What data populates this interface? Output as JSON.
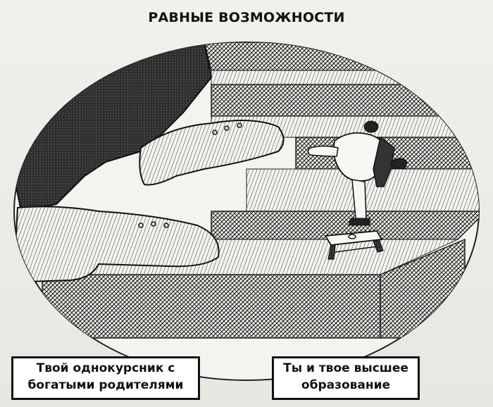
{
  "title": "РАВНЫЕ ВОЗМОЖНОСТИ",
  "captions": {
    "left": {
      "line1": "Твой однокурсник с",
      "line2": "богатыми родителями"
    },
    "right": {
      "line1": "Ты и твое высшее",
      "line2": "образование"
    }
  },
  "colors": {
    "ink": "#111111",
    "paper": "#f4f3ef",
    "shade": "#3a3a3a"
  }
}
